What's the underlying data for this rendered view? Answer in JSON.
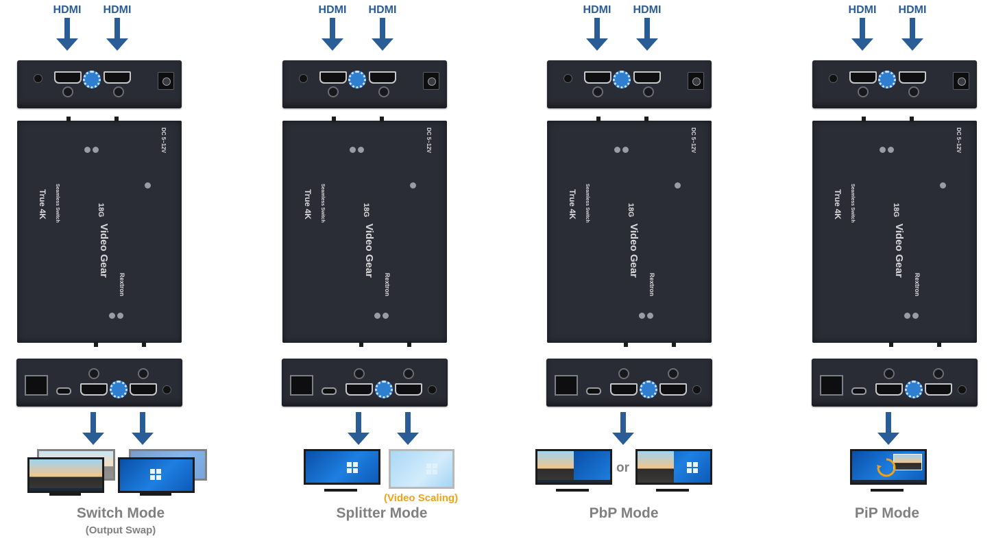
{
  "input_label": "HDMI",
  "modes": [
    {
      "title": "Switch Mode",
      "subtitle": "(Output Swap)"
    },
    {
      "title": "Splitter Mode",
      "note": "(Video Scaling)"
    },
    {
      "title": "PbP Mode",
      "connector": "or"
    },
    {
      "title": "PiP Mode"
    }
  ],
  "device_print": {
    "brand_line": "True 4K",
    "product": "Video Gear",
    "badge": "18G",
    "maker": "Rextron",
    "power": "DC 5~12V",
    "feature": "Seamless Switch"
  },
  "colors": {
    "arrow": "#2a5d95",
    "device": "#2b2d36",
    "accent_orange": "#f0a21a",
    "caption_gray": "#808080"
  }
}
